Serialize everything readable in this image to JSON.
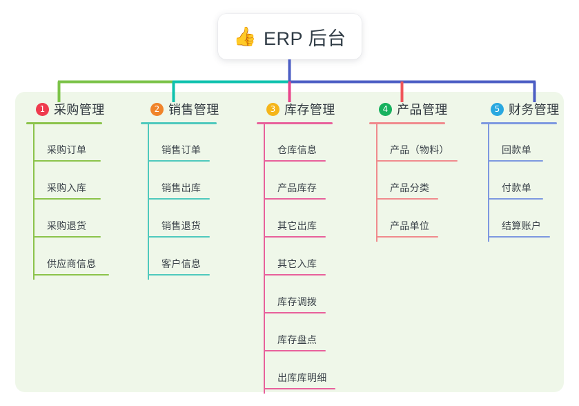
{
  "root": {
    "emoji": "👍",
    "emoji_name": "thumbs-up-icon",
    "title": "ERP 后台"
  },
  "colors": {
    "panel_background": "#eff7e9",
    "page_background": "#ffffff",
    "root_card_background": "#ffffff",
    "root_text": "#2f3b45",
    "stem_blue": "#4c5ec4",
    "connector_green": "#7cc349",
    "connector_teal": "#0fc2ae",
    "connector_pink": "#e8448b",
    "connector_red": "#f0555a",
    "connector_blue": "#4c5ec4",
    "badge_1": "#ef3b4e",
    "badge_2": "#f0842a",
    "badge_3": "#f5b51a",
    "badge_4": "#17b15e",
    "badge_5": "#29a8e0"
  },
  "columns": [
    {
      "index": "1",
      "badge": "❶",
      "badge_number": "1",
      "badge_color": "#ef3b4e",
      "line_color": "#8bc34a",
      "title": "采购管理",
      "items": [
        {
          "label": "采购订单"
        },
        {
          "label": "采购入库"
        },
        {
          "label": "采购退货"
        },
        {
          "label": "供应商信息"
        }
      ]
    },
    {
      "index": "2",
      "badge": "❷",
      "badge_number": "2",
      "badge_color": "#f0842a",
      "line_color": "#4ec9bd",
      "title": "销售管理",
      "items": [
        {
          "label": "销售订单"
        },
        {
          "label": "销售出库"
        },
        {
          "label": "销售退货"
        },
        {
          "label": "客户信息"
        }
      ]
    },
    {
      "index": "3",
      "badge": "❸",
      "badge_number": "3",
      "badge_color": "#f5b51a",
      "line_color": "#e8609b",
      "title": "库存管理",
      "items": [
        {
          "label": "仓库信息"
        },
        {
          "label": "产品库存"
        },
        {
          "label": "其它出库"
        },
        {
          "label": "其它入库"
        },
        {
          "label": "库存调拨"
        },
        {
          "label": "库存盘点"
        },
        {
          "label": "出库库明细"
        }
      ]
    },
    {
      "index": "4",
      "badge": "❹",
      "badge_number": "4",
      "badge_color": "#17b15e",
      "line_color": "#f08a8d",
      "title": "产品管理",
      "items": [
        {
          "label": "产品（物料）"
        },
        {
          "label": "产品分类"
        },
        {
          "label": "产品单位"
        }
      ]
    },
    {
      "index": "5",
      "badge": "❺",
      "badge_number": "5",
      "badge_color": "#29a8e0",
      "line_color": "#7d98e0",
      "title": "财务管理",
      "items": [
        {
          "label": "回款单"
        },
        {
          "label": "付款单"
        },
        {
          "label": "结算账户"
        }
      ]
    }
  ]
}
